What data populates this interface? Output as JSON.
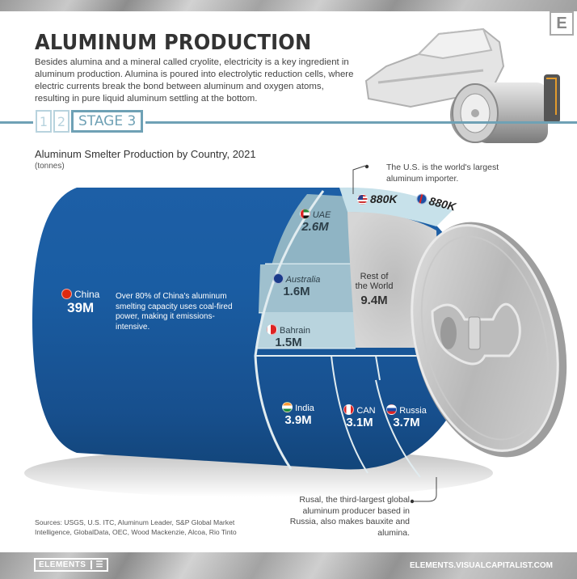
{
  "header": {
    "badge": "E",
    "title": "ALUMINUM PRODUCTION",
    "intro": "Besides alumina and a mineral called cryolite, electricity is a key ingredient in aluminum production. Alumina is poured into electrolytic reduction cells, where electric currents break the bond between aluminum and oxygen atoms, resulting in pure liquid aluminum settling at the bottom."
  },
  "stages": {
    "items": [
      "1",
      "2",
      "STAGE 3"
    ],
    "active_index": 2
  },
  "chart": {
    "title": "Aluminum Smelter Production by Country, 2021",
    "unit": "(tonnes)"
  },
  "segments": {
    "china": {
      "name": "China",
      "value": "39M",
      "note": "Over 80% of China's aluminum smelting capacity uses coal-fired power, making it emissions-intensive."
    },
    "uae": {
      "name": "UAE",
      "value": "2.6M"
    },
    "australia": {
      "name": "Australia",
      "value": "1.6M"
    },
    "bahrain": {
      "name": "Bahrain",
      "value": "1.5M"
    },
    "india": {
      "name": "India",
      "value": "3.9M"
    },
    "canada": {
      "name": "CAN",
      "value": "3.1M"
    },
    "russia": {
      "name": "Russia",
      "value": "3.7M"
    },
    "us": {
      "value": "880K"
    },
    "iceland": {
      "value": "880K"
    },
    "row": {
      "name_line1": "Rest of",
      "name_line2": "the World",
      "value": "9.4M"
    }
  },
  "annotations": {
    "us": "The U.S. is the world's largest aluminum importer.",
    "russia": "Rusal, the third-largest global aluminum producer based in Russia, also makes bauxite and alumina."
  },
  "footer": {
    "sources": "Sources: USGS, U.S. ITC, Aluminum Leader, S&P Global Market Intelligence, GlobalData, OEC, Wood Mackenzie, Alcoa, Rio Tinto",
    "logo": "ELEMENTS",
    "site": "ELEMENTS.VISUALCAPITALIST.COM"
  },
  "colors": {
    "can_blue": "#1b5fa3",
    "light_teal": "#a9cad6",
    "mid_teal": "#7fa8b9",
    "accent": "#6fa1b5",
    "silver": "#c5c5c5"
  },
  "chart_data": {
    "type": "pie",
    "title": "Aluminum Smelter Production by Country, 2021",
    "unit": "tonnes",
    "categories": [
      "China",
      "India",
      "Russia",
      "Canada",
      "UAE",
      "Australia",
      "Bahrain",
      "United States",
      "Iceland",
      "Rest of the World"
    ],
    "values": [
      39000000,
      3900000,
      3700000,
      3100000,
      2600000,
      1600000,
      1500000,
      880000,
      880000,
      9400000
    ],
    "labels": [
      "39M",
      "3.9M",
      "3.7M",
      "3.1M",
      "2.6M",
      "1.6M",
      "1.5M",
      "880K",
      "880K",
      "9.4M"
    ],
    "annotations": [
      "Over 80% of China's aluminum smelting capacity uses coal-fired power, making it emissions-intensive.",
      "The U.S. is the world's largest aluminum importer.",
      "Rusal, the third-largest global aluminum producer based in Russia, also makes bauxite and alumina."
    ]
  }
}
